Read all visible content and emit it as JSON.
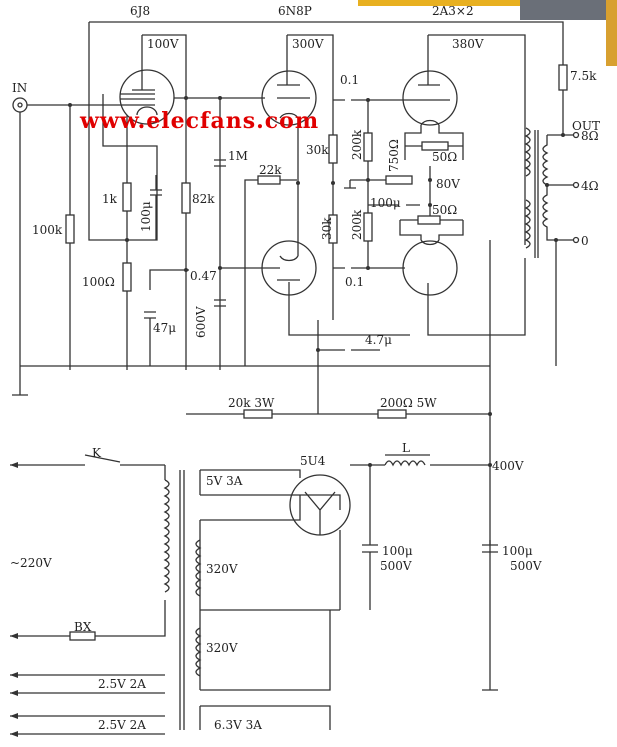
{
  "tubes": {
    "v1": "6J8",
    "v2": "6N8P",
    "v3": "2A3×2",
    "rect": "5U4"
  },
  "voltages": {
    "v1_plate": "100V",
    "v2_plate": "300V",
    "v3_plate": "380V",
    "cathode": "80V",
    "b_plus": "400V",
    "mains": "~220V"
  },
  "io": {
    "input": "IN",
    "output": "OUT",
    "tap8": "8Ω",
    "tap4": "4Ω",
    "tap0": "0"
  },
  "components": {
    "r100k": "100k",
    "r1k": "1k",
    "c100u_1": "100μ",
    "r100ohm": "100Ω",
    "r82k": "82k",
    "c1m": "1M",
    "c047": "0.47",
    "c600v": "600V",
    "c47u": "47μ",
    "r22k": "22k",
    "r30k_1": "30k",
    "r30k_2": "30k",
    "c01_1": "0.1",
    "c01_2": "0.1",
    "r200k_1": "200k",
    "r200k_2": "200k",
    "r750": "750Ω",
    "p50_1": "50Ω",
    "p50_2": "50Ω",
    "c100u_2": "100μ",
    "r7_5k": "7.5k",
    "c4_7u": "4.7μ",
    "r20k": "20k 3W",
    "r200ohm": "200Ω 5W",
    "inductor": "L",
    "c_f1": "100μ",
    "c_f1v": "500V",
    "c_f2": "100μ",
    "c_f2v": "500V",
    "switch": "K",
    "fuse": "BX"
  },
  "windings": {
    "w5v": "5V 3A",
    "w320a": "320V",
    "w320b": "320V",
    "w25a": "2.5V 2A",
    "w25b": "2.5V 2A",
    "w63": "6.3V 3A"
  },
  "watermark": "www.elecfans.com"
}
